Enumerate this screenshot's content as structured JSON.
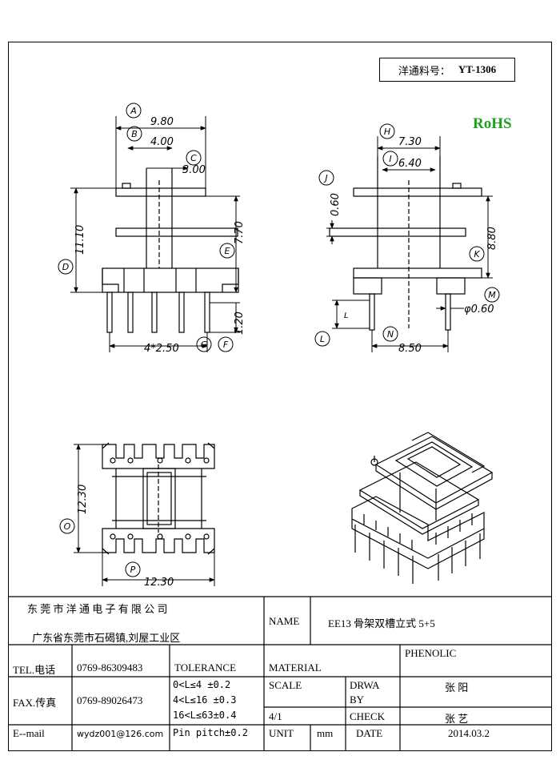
{
  "part_number": {
    "label": "洋通料号：",
    "value": "YT-1306"
  },
  "rohs": "RoHS",
  "dimensions": {
    "A": "9.80",
    "B": "4.00",
    "C": "3.00",
    "D": "11.10",
    "E": "7.70",
    "F": "1.20",
    "G": "4*2.50",
    "H": "7.30",
    "I": "6.40",
    "J": "0.60",
    "K": "8.80",
    "L": "L",
    "M": "φ0.60",
    "N": "8.50",
    "O": "12.30",
    "P": "12.30"
  },
  "labels": [
    "A",
    "B",
    "C",
    "D",
    "E",
    "F",
    "G",
    "H",
    "I",
    "J",
    "K",
    "L",
    "M",
    "N",
    "O",
    "P"
  ],
  "title_block": {
    "company": "东 莞 市 洋 通 电 子 有 限 公 司",
    "address": "广东省东莞市石碣镇,刘屋工业区",
    "name_label": "NAME",
    "name_value": "EE13 骨架双槽立式 5+5",
    "tel_label": "TEL.电话",
    "tel_value": "0769-86309483",
    "tolerance_label": "TOLERANCE",
    "material_label": "MATERIAL",
    "material_value": "PHENOLIC",
    "fax_label": "FAX.传真",
    "fax_value": "0769-89026473",
    "tolerances": [
      "0<L≤4  ±0.2",
      "4<L≤16 ±0.3",
      "16<L≤63±0.4",
      "Pin pitch±0.2"
    ],
    "scale_label": "SCALE",
    "scale_value": "4/1",
    "drawn_label_1": "DRWA",
    "drawn_label_2": "BY",
    "drawn_value": "张 阳",
    "check_label": "CHECK",
    "check_value": "张 艺",
    "email_label": "E--mail",
    "email_value": "wydz001@126.com",
    "unit_label": "UNIT",
    "unit_value": "mm",
    "date_label": "DATE",
    "date_value": "2014.03.2"
  }
}
